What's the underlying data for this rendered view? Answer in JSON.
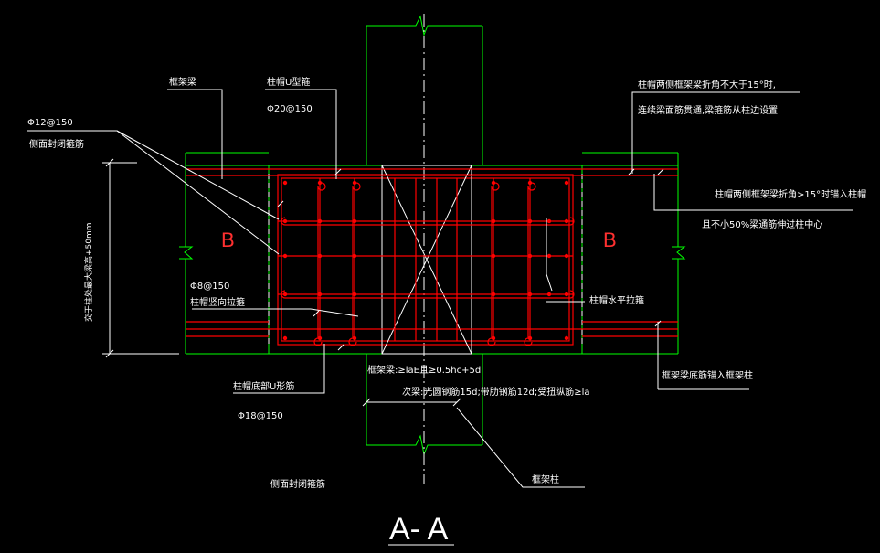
{
  "colors": {
    "background": "#000000",
    "concrete_outline": "#00ff00",
    "rebar": "#ff0000",
    "leader": "#ffffff",
    "centerline": "#ffffff"
  },
  "labels": {
    "frame_beam": "框架梁",
    "cap_u_stirrup": "柱帽U型箍",
    "cap_u_stirrup_spec": "Φ20@150",
    "side_stirrup_spec": "Φ12@150",
    "side_stirrup": "侧面封闭箍筋",
    "height_note": "交于柱处最大梁高+50mm",
    "bend_note_1": "柱帽两侧框架梁折角不大于15°时,",
    "bend_note_2": "连续梁面筋贯通,梁箍筋从柱边设置",
    "anchor_note_1": "柱帽两侧框架梁折角>15°时锚入柱帽",
    "anchor_note_2": "且不小50%梁通筋伸过柱中心",
    "tie_spec": "Φ8@150",
    "cap_vertical_tie": "柱帽竖向拉箍",
    "cap_horizontal_tie": "柱帽水平拉箍",
    "frame_beam_bottom": "框架梁底筋锚入框架柱",
    "cap_bottom_u": "柱帽底部U形筋",
    "cap_bottom_u_spec": "Φ18@150",
    "anchor_rule_1": "框架梁:≥laE且≥0.5hc+5d",
    "anchor_rule_2": "次梁:光圆钢筋15d;带肋钢筋12d;受扭纵筋≥la",
    "frame_column": "框架柱",
    "side_closed_stirrup": "侧面封闭箍筋",
    "section_left": "B",
    "section_right": "B",
    "section_title": "A- A"
  }
}
